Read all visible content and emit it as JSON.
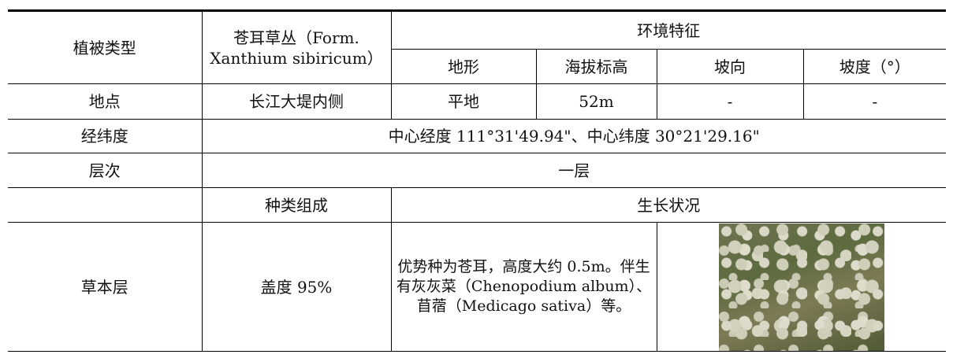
{
  "table": {
    "header": {
      "vegetation_type": "植被类型",
      "formation": "苍耳草丛（Form. Xanthium sibiricum）",
      "env_features": "环境特征",
      "terrain": "地形",
      "altitude": "海拔标高",
      "aspect": "坡向",
      "slope": "坡度（°）"
    },
    "location_row": {
      "label": "地点",
      "value": "长江大堤内侧",
      "terrain": "平地",
      "altitude": "52m",
      "aspect": "-",
      "slope": "-"
    },
    "coords_row": {
      "label": "经纬度",
      "value": "中心经度 111°31'49.94\"、中心纬度 30°21'29.16\""
    },
    "layer_row": {
      "label": "层次",
      "value": "一层"
    },
    "composition_header": {
      "species": "种类组成",
      "growth": "生长状况"
    },
    "herb_row": {
      "label": "草本层",
      "coverage": "盖度 95%",
      "description": "优势种为苍耳，高度大约 0.5m。伴生有灰灰菜（Chenopodium album）、苜蓿（Medicago sativa）等。"
    }
  }
}
